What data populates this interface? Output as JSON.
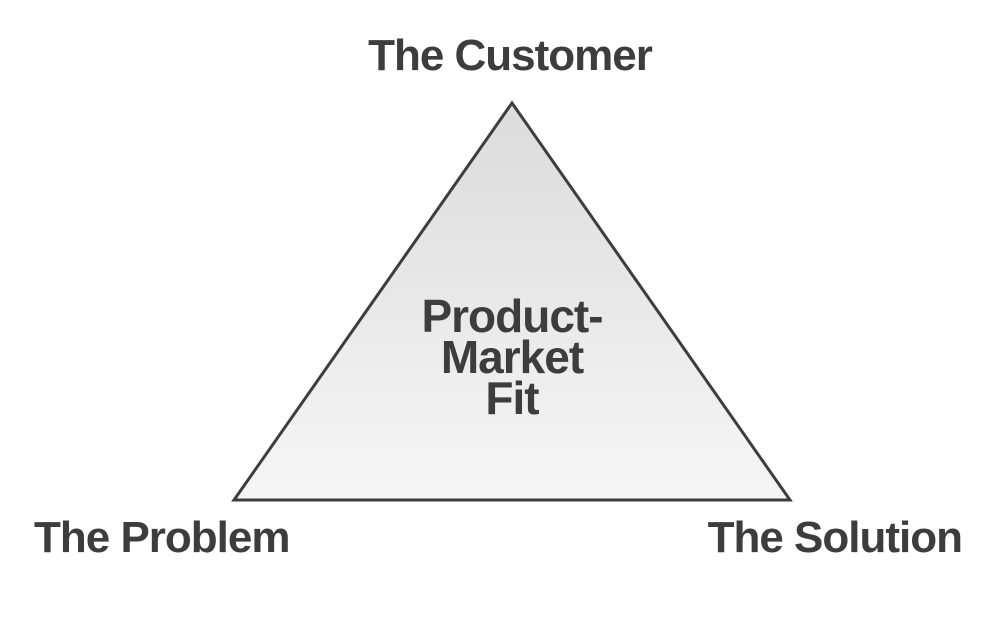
{
  "diagram": {
    "type": "triangle-concept-diagram",
    "corner_labels": {
      "top": "The Customer",
      "bottom_left": "The Problem",
      "bottom_right": "The Solution"
    },
    "center_label": {
      "lines": [
        "Product-",
        "Market",
        "Fit"
      ]
    },
    "colors": {
      "background": "#ffffff",
      "label_text": "#3d3d3d",
      "triangle_stroke": "#3d3d3d",
      "triangle_fill_top": "#dbdbdc",
      "triangle_fill_bottom": "#f6f6f6"
    }
  }
}
